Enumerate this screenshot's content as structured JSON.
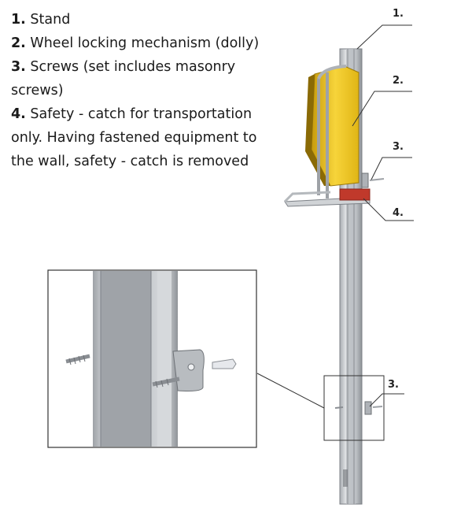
{
  "legend": [
    {
      "number": "1.",
      "text": "Stand"
    },
    {
      "number": "2.",
      "text": "Wheel locking mechanism (dolly)"
    },
    {
      "number": "3.",
      "text": "Screws (set includes masonry screws)"
    },
    {
      "number": "4.",
      "text": "Safety - catch for transportation only. Having fastened equipment to the wall, safety - catch is removed"
    }
  ],
  "callouts": {
    "stand": "1.",
    "dolly": "2.",
    "screws_top": "3.",
    "catch": "4.",
    "screws_bottom": "3."
  },
  "colors": {
    "stand_metal": "#c9cdd1",
    "dolly_yellow": "#f0c419",
    "catch_red": "#c0392b",
    "line": "#333333"
  }
}
